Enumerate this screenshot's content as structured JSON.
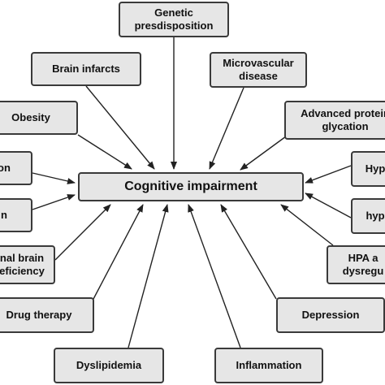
{
  "center": {
    "lines": [
      "Cognitive impairment"
    ]
  },
  "factors": {
    "genetic": {
      "lines": [
        "Genetic",
        "presdisposition"
      ]
    },
    "brain_infarcts": {
      "lines": [
        "Brain infarcts"
      ]
    },
    "microvascular": {
      "lines": [
        "Microvascular",
        "disease"
      ]
    },
    "obesity": {
      "lines": [
        "Obesity"
      ]
    },
    "advanced_protein": {
      "lines": [
        "Advanced protein",
        "glycation"
      ]
    },
    "left_mid": {
      "lines": [
        "on"
      ]
    },
    "hyp_right": {
      "lines": [
        "Hyp"
      ]
    },
    "left_low": {
      "lines": [
        "n"
      ]
    },
    "hypo_right": {
      "lines": [
        "hyp"
      ]
    },
    "brain_deficiency": {
      "lines": [
        "nal brain",
        "eficiency"
      ]
    },
    "hpa": {
      "lines": [
        "HPA a",
        "dysregu"
      ]
    },
    "drug_therapy": {
      "lines": [
        "Drug therapy"
      ]
    },
    "depression": {
      "lines": [
        "Depression"
      ]
    },
    "dyslipidemia": {
      "lines": [
        "Dyslipidemia"
      ]
    },
    "inflammation": {
      "lines": [
        "Inflammation"
      ]
    }
  },
  "colors": {
    "box_fill": "#e6e6e6",
    "border": "#3a3a3a",
    "arrow": "#222222"
  }
}
